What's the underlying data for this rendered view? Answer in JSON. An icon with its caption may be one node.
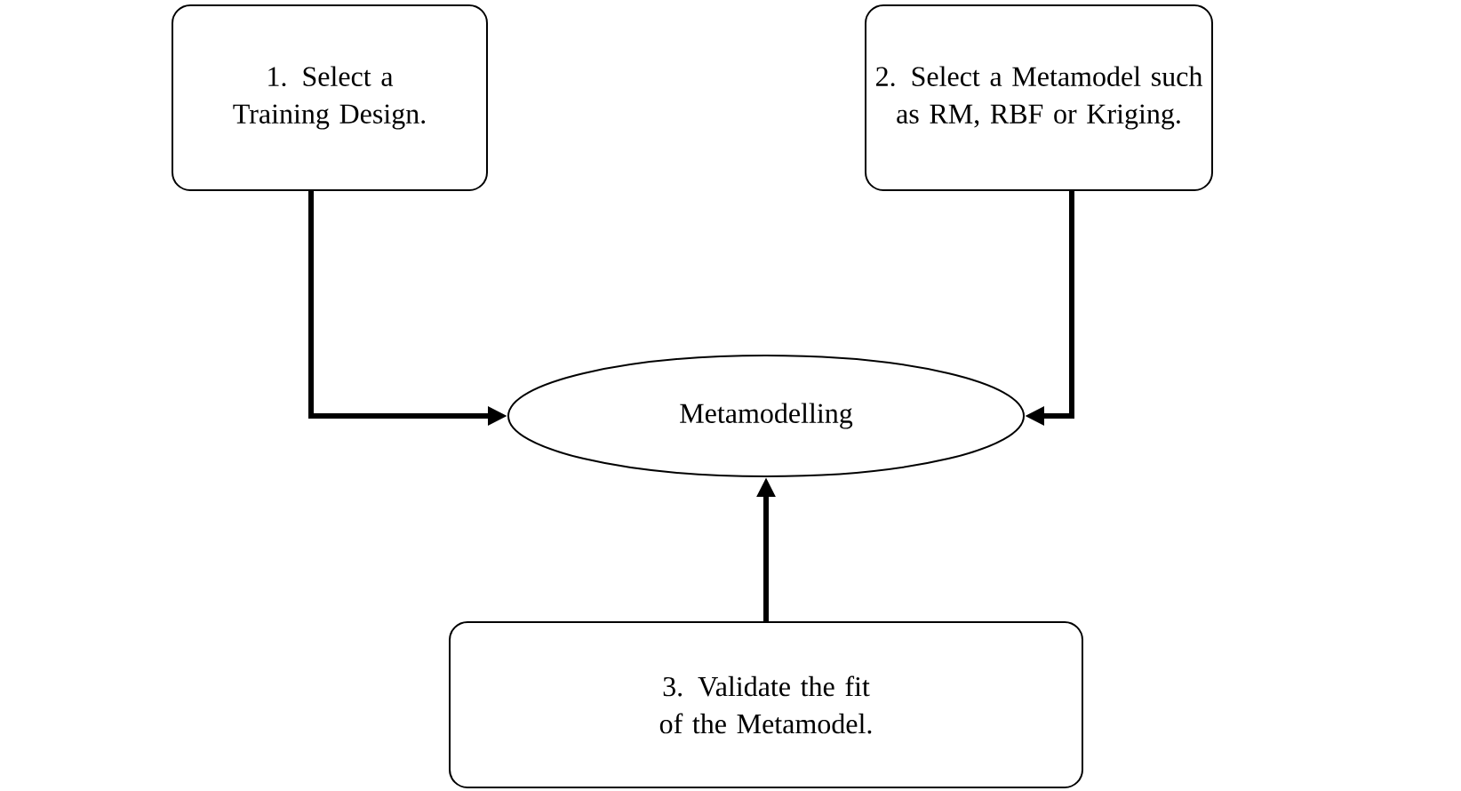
{
  "diagram": {
    "nodes": [
      {
        "text": [
          "1. Select a Training Design."
        ]
      },
      {
        "text": [
          "2. Select a Metamodel such as RM, RBF or Kriging."
        ]
      },
      {
        "text": [
          "Metamodelling"
        ]
      },
      {
        "text": [
          "3. Validate the fit of the Metamodel."
        ]
      }
    ],
    "edges": [
      {
        "from": 0,
        "to": 2,
        "arrow": "to"
      },
      {
        "from": 1,
        "to": 2,
        "arrow": "to"
      },
      {
        "from": 3,
        "to": 2,
        "arrow": "to"
      }
    ]
  }
}
